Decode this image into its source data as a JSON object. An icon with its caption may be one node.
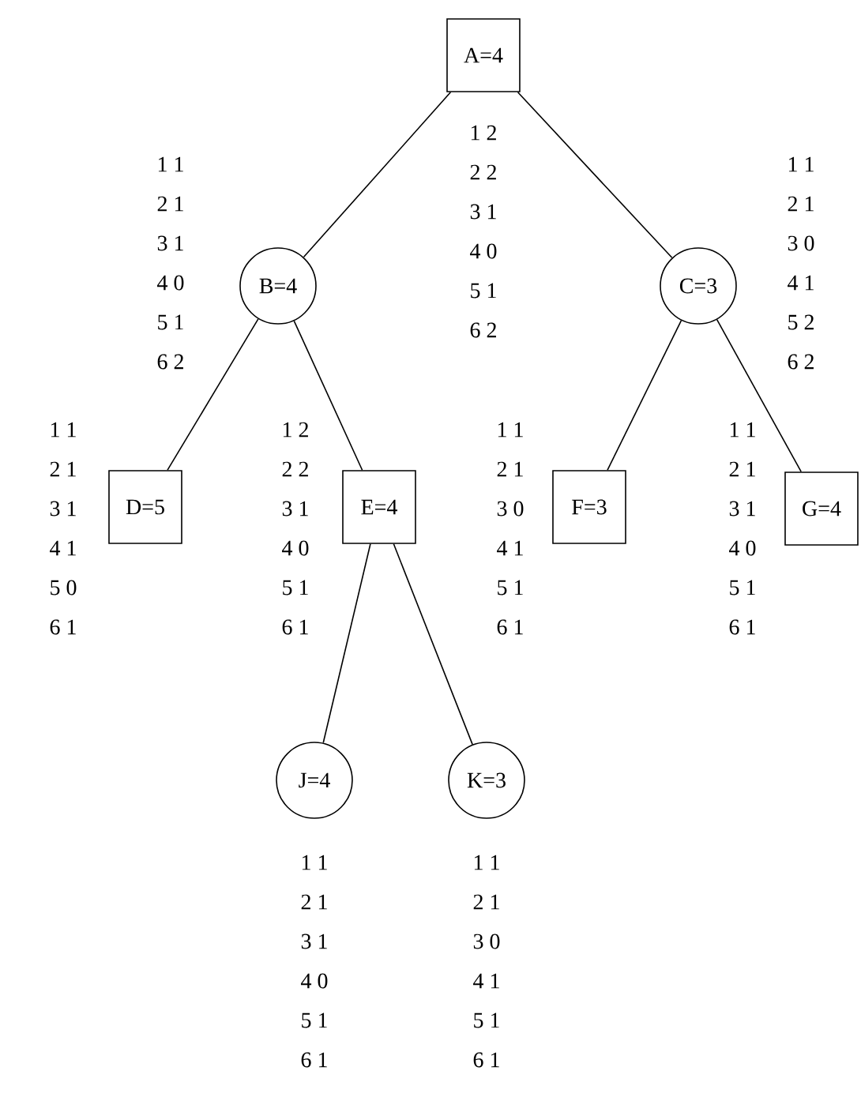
{
  "diagram": {
    "nodes": [
      {
        "text": [
          "A=4"
        ],
        "beside": [
          "1 2",
          "2 2",
          "3 1",
          "4 0",
          "5 1",
          "6 2"
        ]
      },
      {
        "text": [
          "B=4"
        ],
        "beside": [
          "1 1",
          "2 1",
          "3 1",
          "4 0",
          "5 1",
          "6 2"
        ]
      },
      {
        "text": [
          "C=3"
        ],
        "beside": [
          "1 1",
          "2 1",
          "3 0",
          "4 1",
          "5 2",
          "6 2"
        ]
      },
      {
        "text": [
          "D=5"
        ],
        "beside": [
          "1 1",
          "2 1",
          "3 1",
          "4 1",
          "5 0",
          "6 1"
        ]
      },
      {
        "text": [
          "E=4"
        ],
        "beside": [
          "1 2",
          "2 2",
          "3 1",
          "4 0",
          "5 1",
          "6 1"
        ]
      },
      {
        "text": [
          "F=3"
        ],
        "beside": [
          "1 1",
          "2 1",
          "3 0",
          "4 1",
          "5 1",
          "6 1"
        ]
      },
      {
        "text": [
          "G=4"
        ],
        "beside": [
          "1 1",
          "2 1",
          "3 1",
          "4 0",
          "5 1",
          "6 1"
        ]
      },
      {
        "text": [
          "J=4"
        ],
        "beside": [
          "1 1",
          "2 1",
          "3 1",
          "4 0",
          "5 1",
          "6 1"
        ]
      },
      {
        "text": [
          "K=3"
        ],
        "beside": [
          "1 1",
          "2 1",
          "3 0",
          "4 1",
          "5 1",
          "6 1"
        ]
      }
    ],
    "edges": [
      {
        "from": 0,
        "to": 1,
        "arrow": "none"
      },
      {
        "from": 0,
        "to": 2,
        "arrow": "none"
      },
      {
        "from": 1,
        "to": 3,
        "arrow": "none"
      },
      {
        "from": 1,
        "to": 4,
        "arrow": "none"
      },
      {
        "from": 2,
        "to": 5,
        "arrow": "none"
      },
      {
        "from": 2,
        "to": 6,
        "arrow": "none"
      },
      {
        "from": 4,
        "to": 7,
        "arrow": "none"
      },
      {
        "from": 4,
        "to": 8,
        "arrow": "none"
      }
    ]
  }
}
